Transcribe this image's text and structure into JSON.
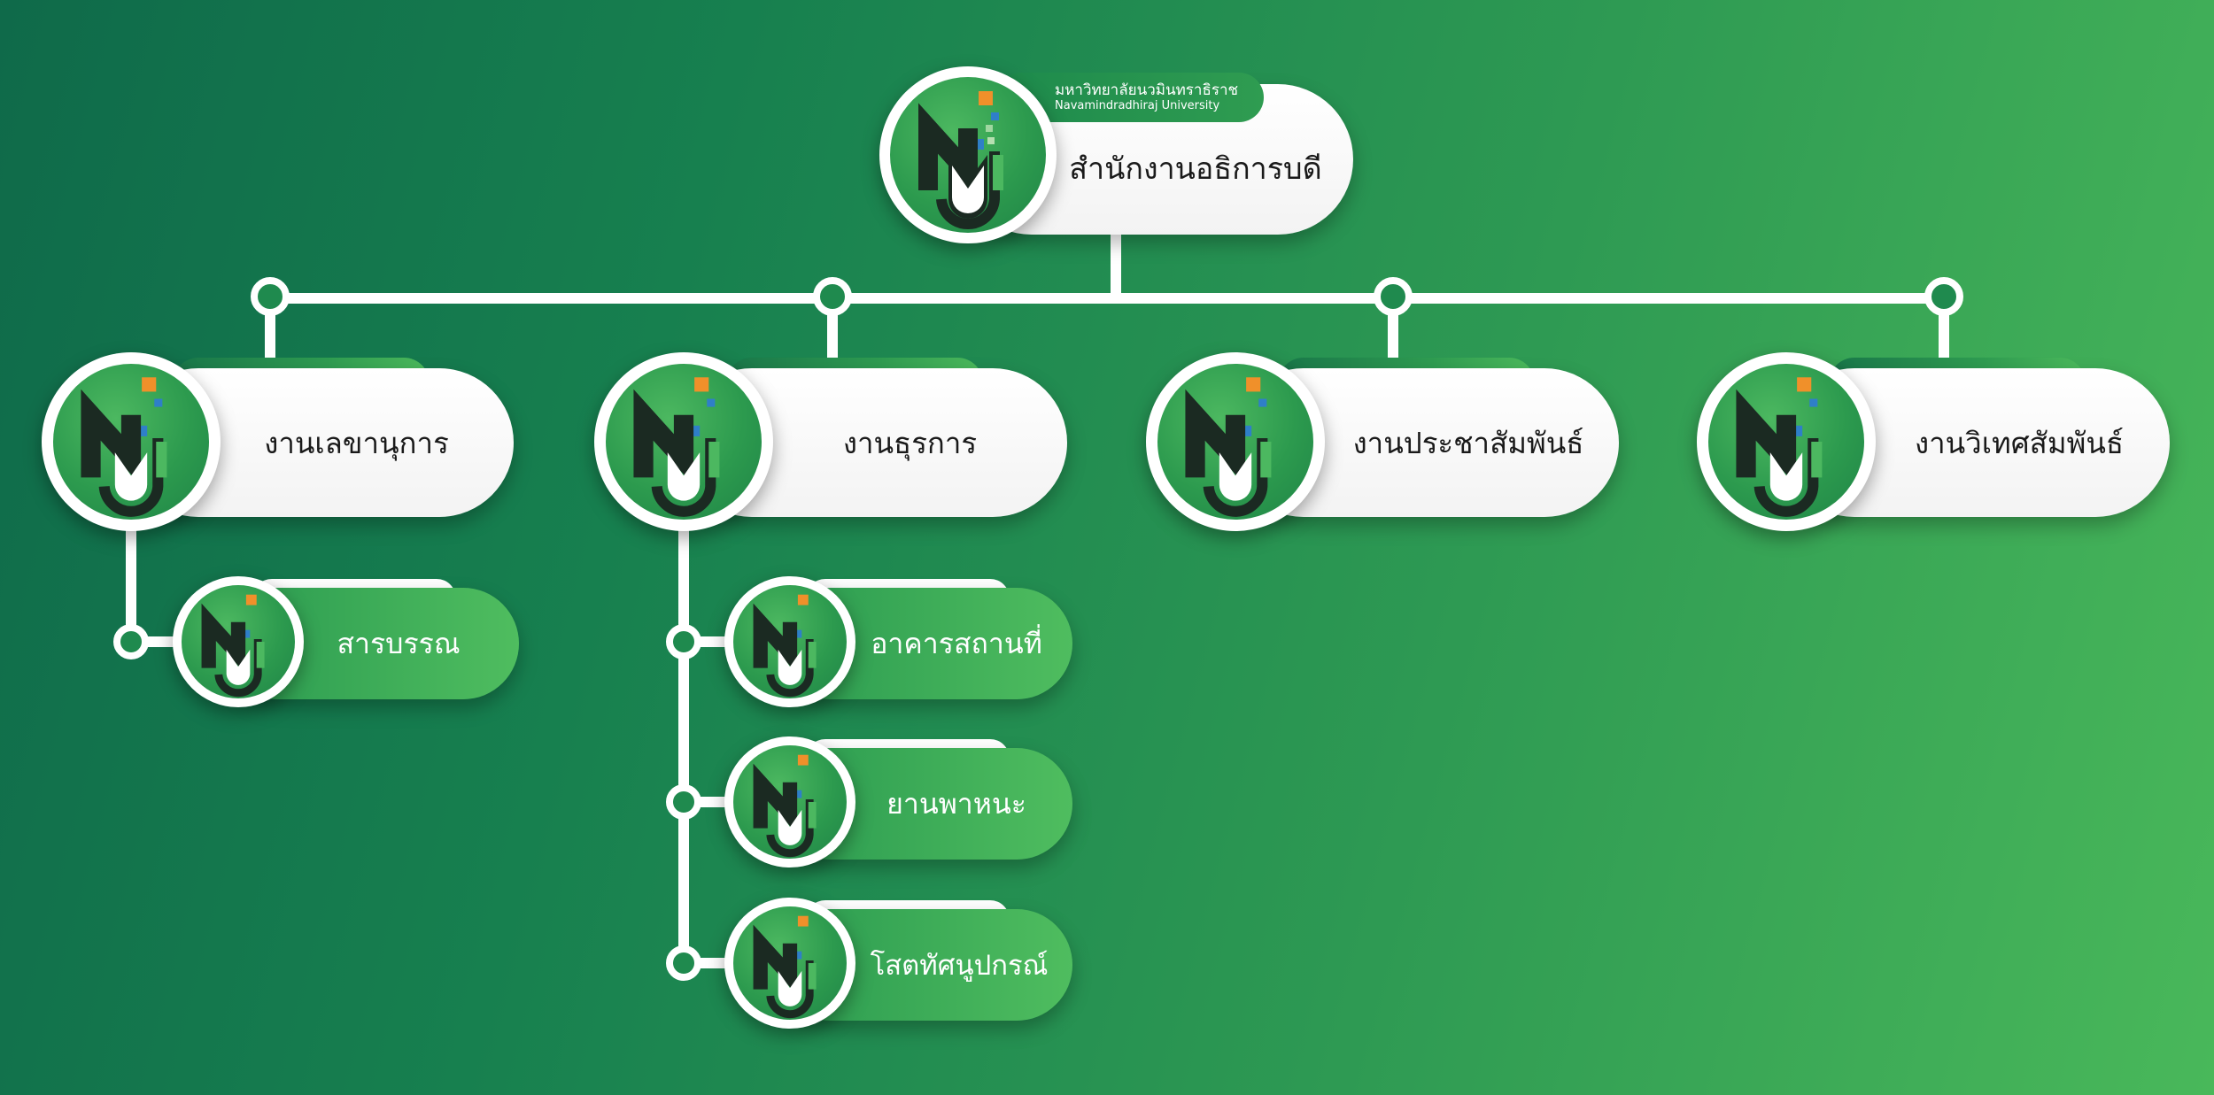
{
  "root": {
    "university_th": "มหาวิทยาลัยนวมินทราธิราช",
    "university_en": "Navamindradhiraj University",
    "label": "สำนักงานอธิการบดี"
  },
  "departments": [
    {
      "label": "งานเลขานุการ",
      "sub": [
        {
          "label": "สารบรรณ"
        }
      ]
    },
    {
      "label": "งานธุรการ",
      "sub": [
        {
          "label": "อาคารสถานที่"
        },
        {
          "label": "ยานพาหนะ"
        },
        {
          "label": "โสตทัศนูปกรณ์"
        }
      ]
    },
    {
      "label": "งานประชาสัมพันธ์",
      "sub": []
    },
    {
      "label": "งานวิเทศสัมพันธ์",
      "sub": []
    }
  ],
  "colors": {
    "bg_dark": "#0f6a4a",
    "bg_light": "#49b85a",
    "line": "#ffffff",
    "logo_orange": "#f0902a",
    "logo_blue": "#2f7fc8",
    "logo_green": "#4cb860"
  }
}
